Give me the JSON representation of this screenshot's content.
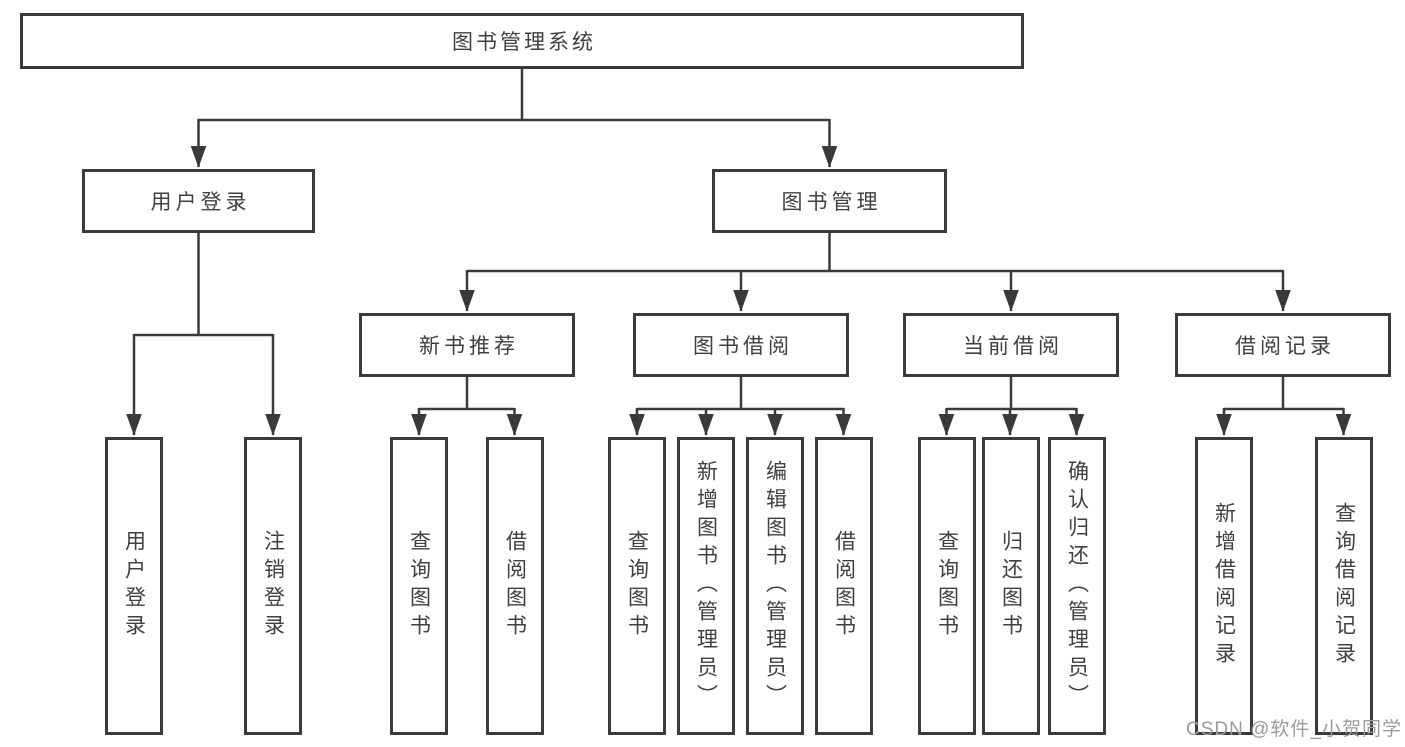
{
  "diagram": {
    "root": {
      "label": "图书管理系统"
    },
    "level2": [
      {
        "label": "用户登录"
      },
      {
        "label": "图书管理"
      }
    ],
    "level3": [
      {
        "label": "新书推荐"
      },
      {
        "label": "图书借阅"
      },
      {
        "label": "当前借阅"
      },
      {
        "label": "借阅记录"
      }
    ],
    "leaves": {
      "user_login": [
        "用户登录",
        "注销登录"
      ],
      "new_books": [
        "查询图书",
        "借阅图书"
      ],
      "borrow": [
        "查询图书",
        "新增图书（管理员）",
        "编辑图书（管理员）",
        "借阅图书"
      ],
      "current": [
        "查询图书",
        "归还图书",
        "确认归还（管理员）"
      ],
      "records": [
        "新增借阅记录",
        "查询借阅记录"
      ]
    }
  },
  "watermark": {
    "text": "CSDN @软件_小贺同学"
  },
  "colors": {
    "line": "#3a3a3a",
    "text": "#404040",
    "watermark": "#9b9b9b",
    "background": "#ffffff"
  }
}
